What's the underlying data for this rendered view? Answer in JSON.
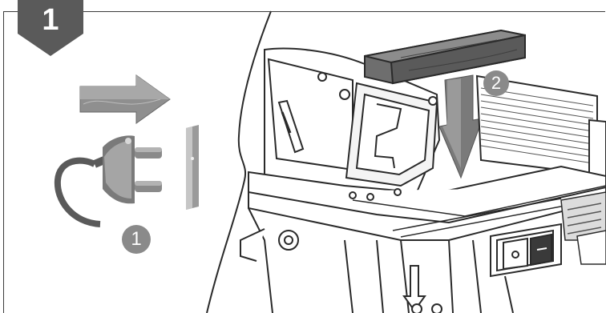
{
  "step": {
    "number": "1"
  },
  "callouts": {
    "unplug": "1",
    "press_down": "2"
  },
  "colors": {
    "badge": "#5a5a5a",
    "callout": "#8a8a8a",
    "line": "#2a2a2a"
  },
  "icons": {
    "unplug": [
      "arrow-right-icon",
      "power-plug-icon",
      "wall-outlet-icon"
    ],
    "press_down": "arrow-down-icon"
  }
}
